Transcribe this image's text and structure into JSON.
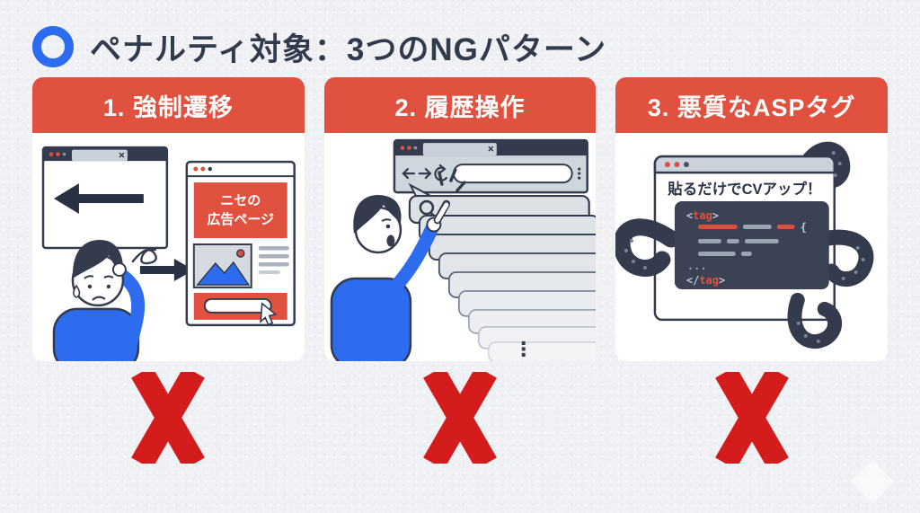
{
  "header": {
    "title": "ペナルティ対象：3つのNGパターン"
  },
  "cards": [
    {
      "title": "1. 強制遷移"
    },
    {
      "title": "2. 履歴操作"
    },
    {
      "title": "3. 悪質なASPタグ"
    }
  ],
  "card1": {
    "ad_line1": "ニセの",
    "ad_line2": "広告ページ"
  },
  "card2": {
    "ellipsis": "⋮"
  },
  "card3": {
    "banner": "貼るだけでCVアップ！",
    "code": {
      "lt": "<",
      "word": "tag",
      "gt": ">",
      "close_lt": "</",
      "brace": "{",
      "dots": "..."
    }
  },
  "icons": {
    "title_bullet": "ring-icon",
    "browser_back": "arrow-left-icon",
    "browser_forward": "arrow-right-icon",
    "browser_reload": "reload-icon",
    "browser_menu": "kebab-menu-icon",
    "search": "magnifier-icon",
    "cursor": "cursor-icon",
    "verdict": "cross-mark-icon"
  },
  "colors": {
    "background": "#F0F1F5",
    "card_header_red": "#E0513F",
    "ng_cross_red": "#D51C1C",
    "ink_navy": "#333B4D",
    "accent_blue": "#2D6BEF",
    "browser_gray": "#C9D2DB",
    "code_bg": "#3A4254"
  }
}
